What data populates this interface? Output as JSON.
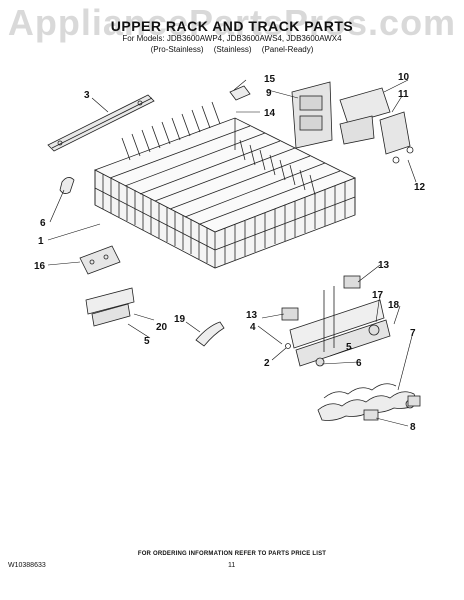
{
  "watermark": "AppliancePartsPros.com",
  "header": {
    "title": "UPPER RACK AND TRACK PARTS",
    "models": "For Models: JDB3600AWP4, JDB3600AWS4, JDB3600AWX4",
    "finishes": [
      "(Pro-Stainless)",
      "(Stainless)",
      "(Panel-Ready)"
    ]
  },
  "callouts": [
    "1",
    "2",
    "3",
    "4",
    "5",
    "5",
    "6",
    "6",
    "7",
    "8",
    "9",
    "10",
    "11",
    "12",
    "13",
    "13",
    "14",
    "15",
    "16",
    "17",
    "18",
    "19",
    "20"
  ],
  "footer": {
    "note": "FOR ORDERING INFORMATION REFER TO PARTS PRICE LIST",
    "doc_number": "W10388633",
    "page_number": "11"
  }
}
